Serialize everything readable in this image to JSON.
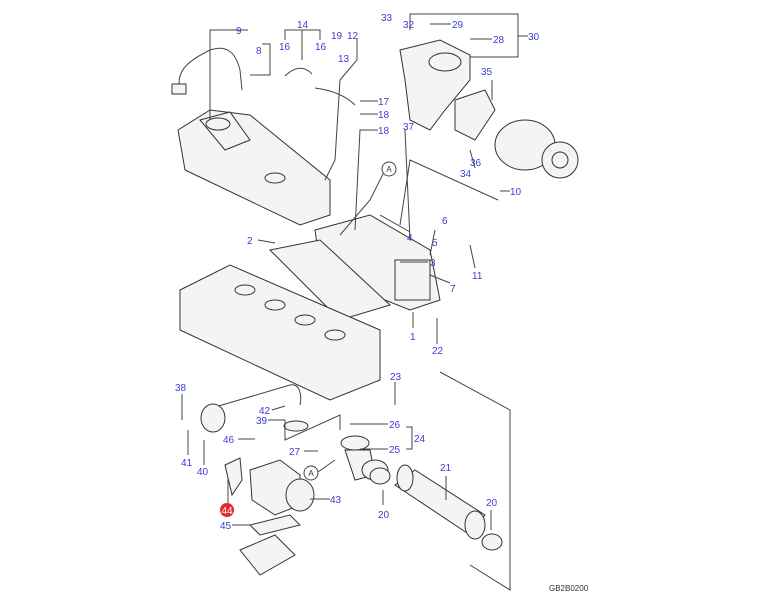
{
  "diagram": {
    "drawing_code": "GB2B0200",
    "highlighted_callout": "44",
    "highlight_color": "#e8242c",
    "label_color": "#3b3bd8",
    "reference_marker": "A",
    "callouts": [
      "9",
      "8",
      "14",
      "16",
      "16",
      "19",
      "12",
      "13",
      "17",
      "18",
      "18",
      "33",
      "32",
      "29",
      "28",
      "30",
      "35",
      "37",
      "34",
      "36",
      "10",
      "6",
      "5",
      "4",
      "3",
      "11",
      "7",
      "2",
      "1",
      "22",
      "23",
      "38",
      "42",
      "39",
      "46",
      "26",
      "24",
      "25",
      "27",
      "41",
      "40",
      "43",
      "44",
      "45",
      "21",
      "20",
      "20"
    ]
  }
}
